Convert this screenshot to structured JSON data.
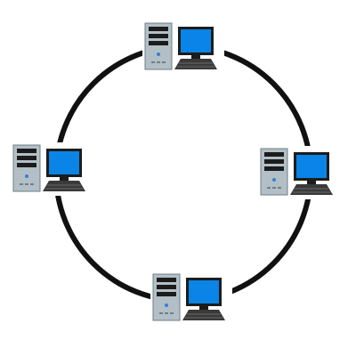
{
  "diagram": {
    "topology": "ring",
    "colors": {
      "background": "#ffffff",
      "ring": "#111111",
      "tower_body": "#b3bfc6",
      "tower_outline": "#6f7d86",
      "tower_bay": "#1c1c1c",
      "tower_led": "#3a7bd5",
      "monitor_frame": "#1c1c1c",
      "monitor_screen": "#0a84e6",
      "keyboard": "#3a3a3a"
    },
    "nodes": [
      {
        "id": "top",
        "icon": "workstation-icon"
      },
      {
        "id": "left",
        "icon": "workstation-icon"
      },
      {
        "id": "right",
        "icon": "workstation-icon"
      },
      {
        "id": "bottom",
        "icon": "workstation-icon"
      }
    ]
  }
}
